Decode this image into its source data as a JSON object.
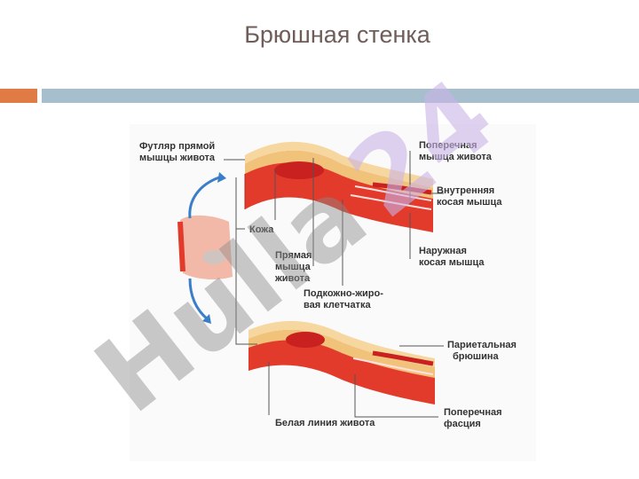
{
  "title": "Брюшная стенка",
  "watermark": "Hulla24",
  "colors": {
    "accent_bar": "#e07b45",
    "main_bar": "#a7bfcd",
    "muscle": "#e23b2b",
    "fat": "#f1c27a",
    "arrow": "#3a7ec9",
    "watermark": "#8a8a8a",
    "watermark_alt": "#c9b2e6"
  },
  "labels": {
    "rectus_sheath_1": "Футляр прямой",
    "rectus_sheath_2": "мышцы живота",
    "skin": "Кожа",
    "rectus_1": "Прямая",
    "rectus_2": "мышца",
    "rectus_3": "живота",
    "subcut_1": "Подкожно-жиро-",
    "subcut_2": "вая клетчатка",
    "transverse_m_1": "Поперечная",
    "transverse_m_2": "мышца живота",
    "internal_1": "Внутренняя",
    "internal_2": "косая мышца",
    "external_1": "Наружная",
    "external_2": "косая мышца",
    "peritoneum_1": "Париетальная",
    "peritoneum_2": "брюшина",
    "linea_alba": "Белая линия живота",
    "fascia_1": "Поперечная",
    "fascia_2": "фасция"
  }
}
